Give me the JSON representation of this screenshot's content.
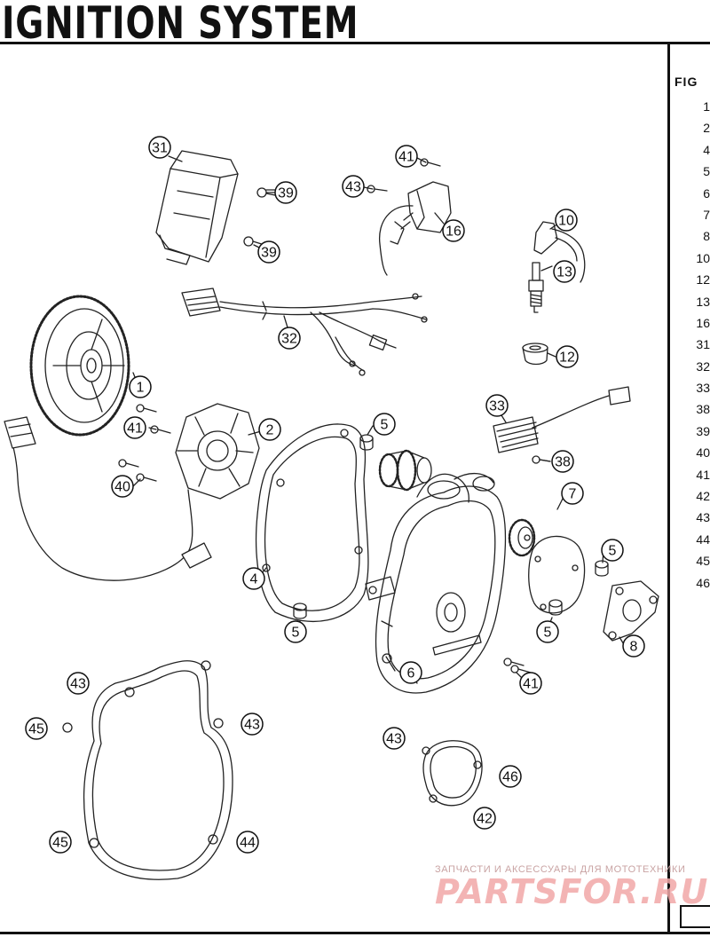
{
  "title": "IGNITION SYSTEM",
  "parts_list": {
    "header": "FIG",
    "rows": [
      "1",
      "2",
      "4",
      "5",
      "6",
      "7",
      "8",
      "10",
      "12",
      "13",
      "16",
      "31",
      "32",
      "33",
      "38",
      "39",
      "40",
      "41",
      "42",
      "43",
      "44",
      "45",
      "46"
    ]
  },
  "callouts": [
    {
      "id": "c-31",
      "label": "31"
    },
    {
      "id": "c-39a",
      "label": "39"
    },
    {
      "id": "c-39b",
      "label": "39"
    },
    {
      "id": "c-41a",
      "label": "41"
    },
    {
      "id": "c-43a",
      "label": "43"
    },
    {
      "id": "c-16",
      "label": "16"
    },
    {
      "id": "c-10",
      "label": "10"
    },
    {
      "id": "c-13",
      "label": "13"
    },
    {
      "id": "c-12",
      "label": "12"
    },
    {
      "id": "c-32",
      "label": "32"
    },
    {
      "id": "c-1",
      "label": "1"
    },
    {
      "id": "c-2",
      "label": "2"
    },
    {
      "id": "c-41b",
      "label": "41"
    },
    {
      "id": "c-40",
      "label": "40"
    },
    {
      "id": "c-5a",
      "label": "5"
    },
    {
      "id": "c-33",
      "label": "33"
    },
    {
      "id": "c-38",
      "label": "38"
    },
    {
      "id": "c-7",
      "label": "7"
    },
    {
      "id": "c-5b",
      "label": "5"
    },
    {
      "id": "c-4",
      "label": "4"
    },
    {
      "id": "c-5c",
      "label": "5"
    },
    {
      "id": "c-5d",
      "label": "5"
    },
    {
      "id": "c-8",
      "label": "8"
    },
    {
      "id": "c-6",
      "label": "6"
    },
    {
      "id": "c-41c",
      "label": "41"
    },
    {
      "id": "c-43b",
      "label": "43"
    },
    {
      "id": "c-45a",
      "label": "45"
    },
    {
      "id": "c-43c",
      "label": "43"
    },
    {
      "id": "c-45b",
      "label": "45"
    },
    {
      "id": "c-44",
      "label": "44"
    },
    {
      "id": "c-43d",
      "label": "43"
    },
    {
      "id": "c-46",
      "label": "46"
    },
    {
      "id": "c-42",
      "label": "42"
    }
  ],
  "watermark": {
    "tagline": "ЗАПЧАСТИ И АКСЕССУАРЫ ДЛЯ МОТОТЕХНИКИ",
    "brand": "PARTSFOR.RU"
  },
  "colors": {
    "ink": "#111111",
    "watermark": "#f1a8a8"
  }
}
